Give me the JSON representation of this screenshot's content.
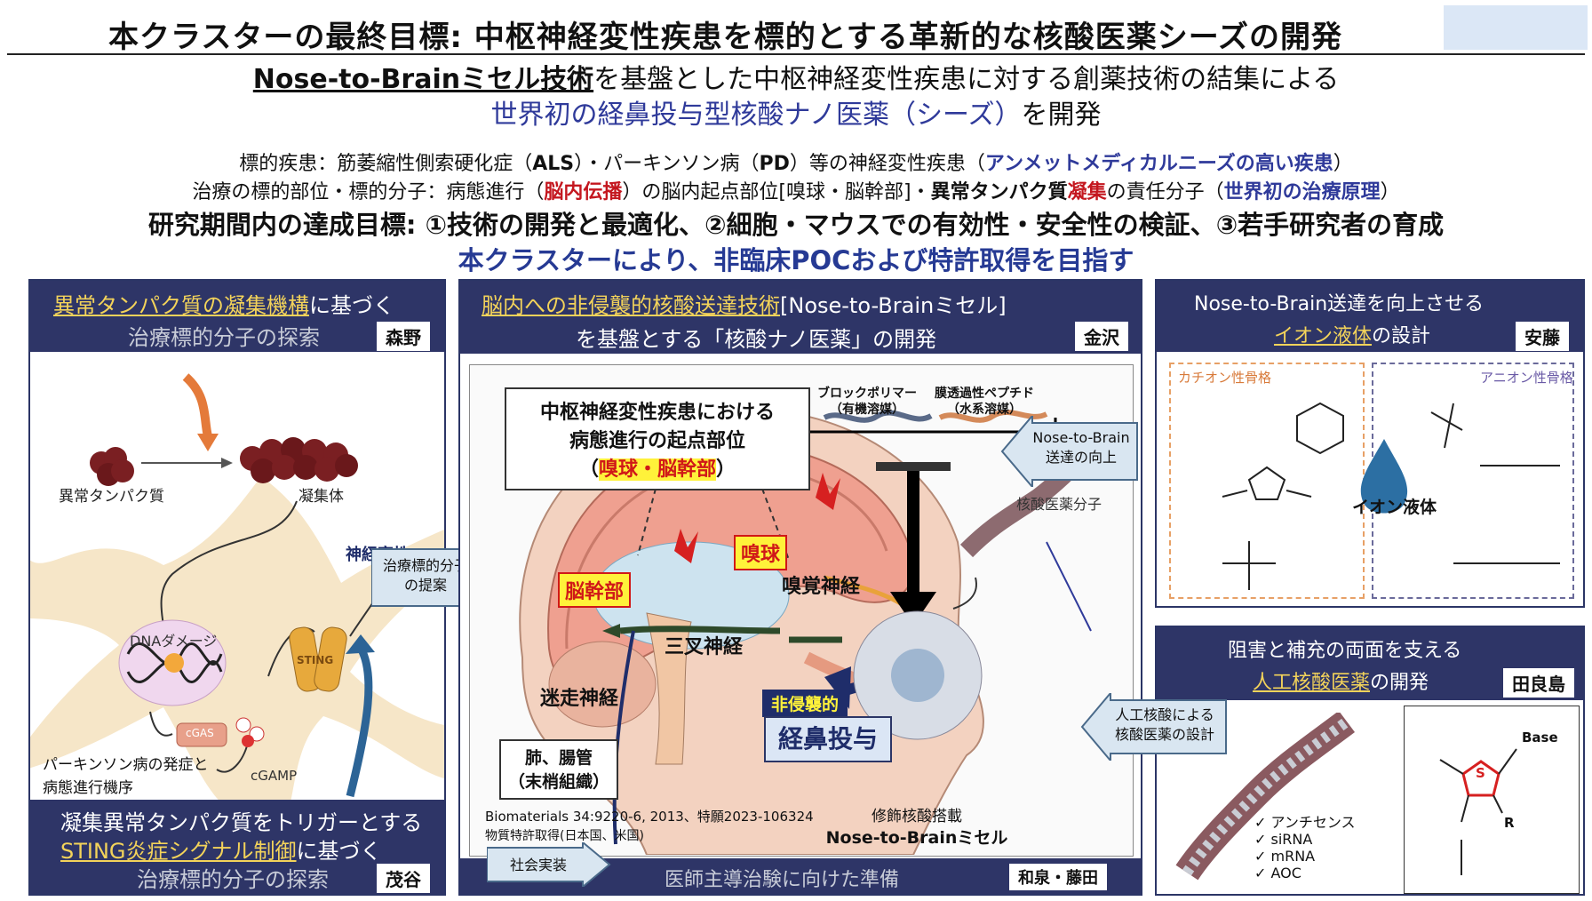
{
  "header": {
    "title": "本クラスターの最終目標: 中枢神経変性疾患を標的とする革新的な核酸医薬シーズの開発",
    "sub_tech": "Nose-to-Brainミセル技術",
    "sub_rest": "を基盤とした中枢神経変性疾患に対する創薬技術の結集による",
    "sub2_blue": "世界初の経鼻投与型核酸ナノ医薬（シーズ）",
    "sub2_rest": "を開発"
  },
  "info": {
    "line1_a": "標的疾患：筋萎縮性側索硬化症（",
    "line1_als": "ALS",
    "line1_b": "）・パーキンソン病（",
    "line1_pd": "PD",
    "line1_c": "）等の神経変性疾患（",
    "line1_blue": "アンメットメディカルニーズの高い疾患",
    "line1_d": "）",
    "line2_a": "治療の標的部位・標的分子：病態進行（",
    "line2_red": "脳内伝播",
    "line2_b": "）の脳内起点部位[嗅球・脳幹部]・",
    "line2_bold": "異常タンパク質",
    "line2_red2": "凝集",
    "line2_c": "の責任分子（",
    "line2_blue": "世界初の治療原理",
    "line2_d": "）"
  },
  "goals": {
    "line1": "研究期間内の達成目標: ①技術の開発と最適化、②細胞・マウスでの有効性・安全性の検証、③若手研究者の育成",
    "line2": "本クラスターにより、非臨床POCおよび特許取得を目指す"
  },
  "left_panel": {
    "head_ul": "異常タンパク質の凝集機構",
    "head_rest": "に基づく",
    "head2": "治療標的分子の探索",
    "tag": "森野",
    "abnormal_protein": "異常タンパク質",
    "aggregate": "凝集体",
    "neuro": "神経変性",
    "dna_damage": "DNAダメージ",
    "cgas": "cGAS",
    "cgamp": "cGAMP",
    "sting": "STING",
    "pd_onset": "パーキンソン病の発症と",
    "pd_onset2": "病態進行機序",
    "foot1": "凝集異常タンパク質をトリガーとする",
    "foot2_ul": "STING炎症シグナル制御",
    "foot2_rest": "に基づく",
    "foot3": "治療標的分子の探索",
    "foot_tag": "茂谷"
  },
  "center_panel": {
    "head_ul": "脳内への非侵襲的核酸送達技術",
    "head_rest": "[Nose-to-Brainミセル]",
    "head2": "を基盤とする「核酸ナノ医薬」の開発",
    "tag": "金沢",
    "box_title1": "中枢神経変性疾患における",
    "box_title2": "病態進行の起点部位",
    "box_title3": "（",
    "box_title_red": "嗅球・脳幹部",
    "box_title4": "）",
    "brainstem": "脳幹部",
    "olfactory": "嗅球",
    "olf_nerve": "嗅覚神経",
    "trigeminal": "三叉神経",
    "vagus": "迷走神経",
    "peripheral1": "肺、腸管",
    "peripheral2": "（末梢組織）",
    "noninvasive": "非侵襲的",
    "nasal": "経鼻投与",
    "block_polymer": "ブロックポリマー",
    "block_solvent": "（有機溶媒）",
    "peptide": "膜透過性ペプチド",
    "peptide_solvent": "（水系溶媒）",
    "n2b_callout1": "Nose-to-Brain",
    "n2b_callout2": "送達の向上",
    "nucleic_molecule": "核酸医薬分子",
    "micelle1": "修飾核酸搭載",
    "micelle2": "Nose-to-Brainミセル",
    "ref1": "Biomaterials 34:9220-6, 2013、特願2023-106324",
    "ref2": "物質特許取得(日本国、米国)",
    "social": "社会実装",
    "clinical": "医師主導治験に向けた準備",
    "foot_tag": "和泉・藤田"
  },
  "left_callout": {
    "line1": "治療標的分子",
    "line2": "の提案"
  },
  "right_top": {
    "head1": "Nose-to-Brain送達を向上させる",
    "head2_ul": "イオン液体",
    "head2_rest": "の設計",
    "tag": "安藤",
    "cation": "カチオン性骨格",
    "anion": "アニオン性骨格",
    "ionic": "イオン液体"
  },
  "right_bottom": {
    "head1": "阻害と補充の両面を支える",
    "head2_ul": "人工核酸医薬",
    "head2_rest": "の開発",
    "tag": "田良島",
    "callout1": "人工核酸による",
    "callout2": "核酸医薬の設計",
    "items": [
      "アンチセンス",
      "siRNA",
      "mRNA",
      "AOC"
    ],
    "base": "Base",
    "r": "R",
    "s": "S"
  },
  "colors": {
    "navy": "#2e3567",
    "accent_blue": "#2f3a9a",
    "red": "#c4171f",
    "highlight": "#fff23a"
  }
}
